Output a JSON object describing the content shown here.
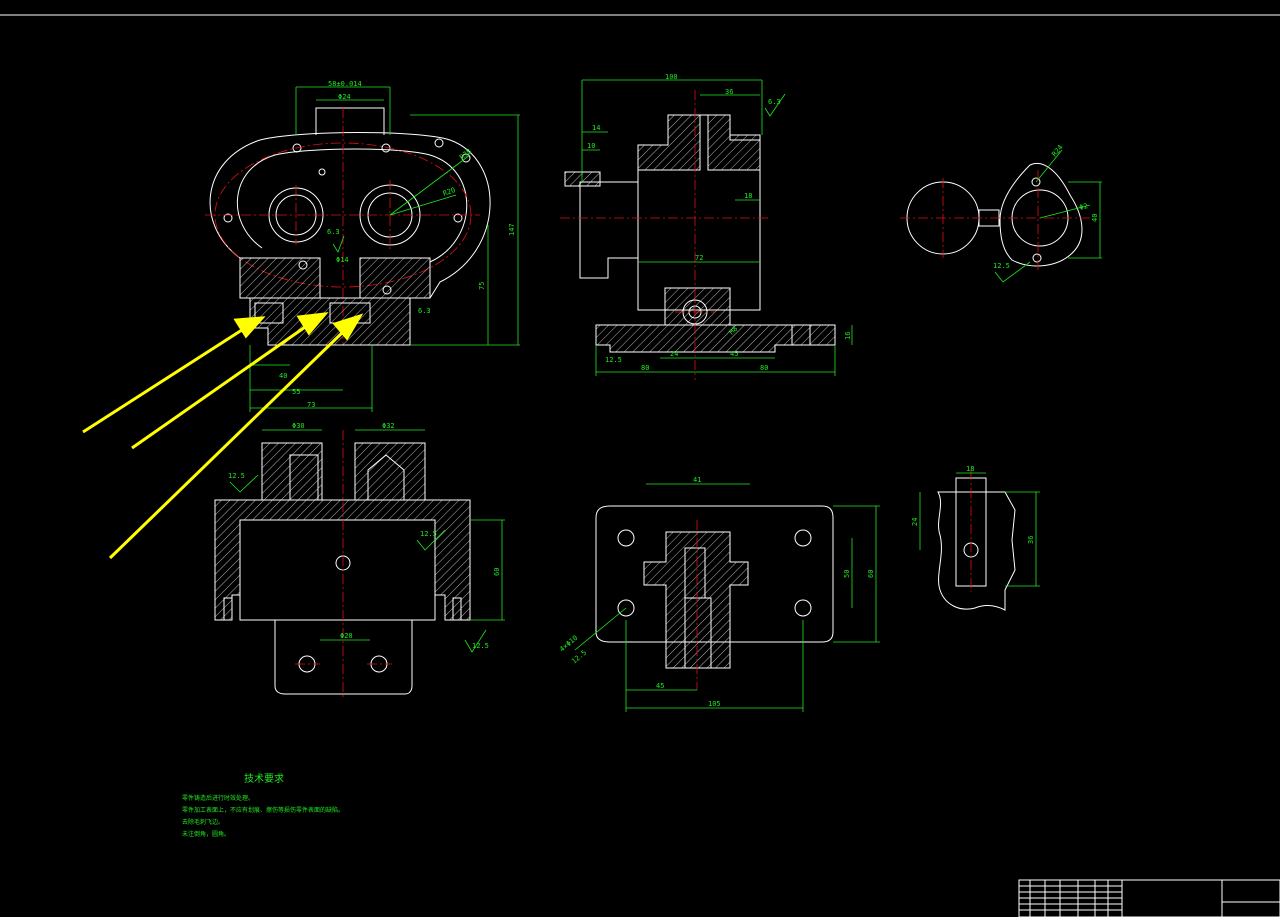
{
  "colors": {
    "background": "#000000",
    "outline": "#ffffff",
    "dimension": "#20e820",
    "centerline": "#e01010",
    "callout_arrow": "#ffff00"
  },
  "dims": {
    "top_w": "58±0.014",
    "top_d": "Φ24",
    "r_big": "R38",
    "r_hole": "R20",
    "h_147": "147",
    "h_75": "75",
    "d_14": "Φ14",
    "ra_6": "6.3",
    "ra_12": "12.5",
    "w_40": "40",
    "w_55": "55",
    "w_73": "73",
    "sv_100": "100",
    "sv_36": "36",
    "sv_14": "14",
    "sv_10": "10",
    "sv_18": "18",
    "sv_72": "72",
    "sv_24": "24",
    "sv_45": "45",
    "sv_80a": "80",
    "sv_80b": "80",
    "sv_16": "16",
    "sv_m8": "M8",
    "pl_41": "41",
    "pl_45": "45",
    "pl_105": "105",
    "pl_50": "50",
    "pl_60": "60",
    "pl_4x10": "4×Φ10",
    "sm_18": "18",
    "sm_36": "36",
    "sm_24": "24",
    "ear_40": "40",
    "ear_r24": "R24",
    "ear_d2": "Φ2",
    "lv_30": "Φ30",
    "lv_32": "Φ32",
    "lv_20": "Φ20",
    "lv_60": "60"
  },
  "notes": {
    "title": "技术要求",
    "lines": [
      "零件铸造后进行时效处理。",
      "零件加工表面上，不应有划痕、擦伤等损伤零件表面的缺陷。",
      "去除毛刺飞边。",
      "未注倒角，圆角。"
    ]
  }
}
